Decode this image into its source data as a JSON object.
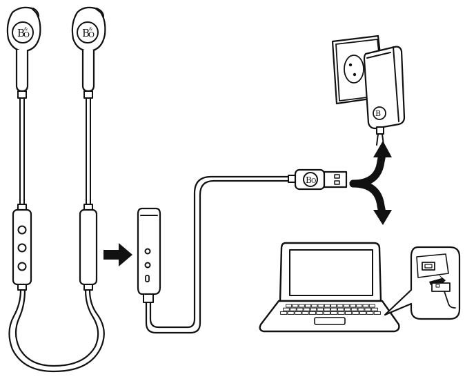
{
  "brand": {
    "logo_text": "B&O",
    "logo_mark_left": "B",
    "logo_mark_amp": "&",
    "logo_mark_right": "O"
  },
  "colors": {
    "ink": "#111111",
    "paper": "#ffffff",
    "wall": "#e6e6e6"
  },
  "icons": {
    "insert_arrow": "arrow-right-icon",
    "charge_branch": "branch-arrow-up-down-icon",
    "usb": "usb-plug-icon"
  }
}
